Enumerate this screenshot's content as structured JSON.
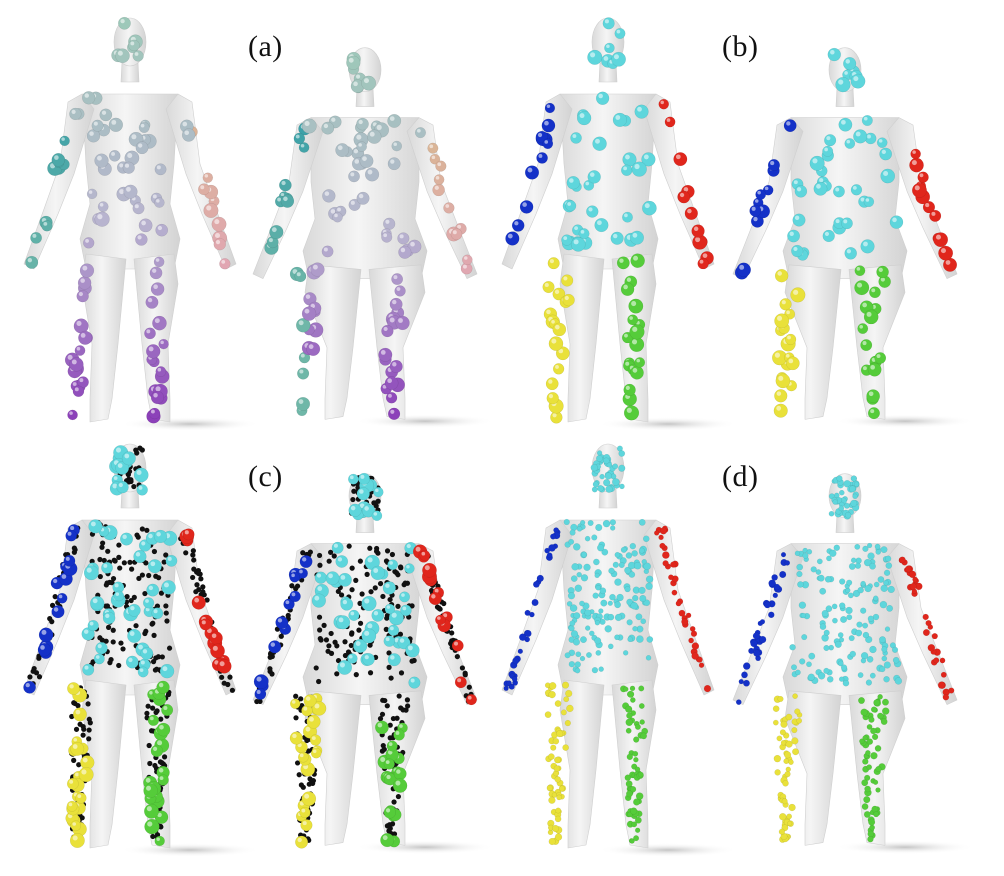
{
  "labels": {
    "a": "(a)",
    "b": "(b)",
    "c": "(c)",
    "d": "(d)"
  },
  "colors": {
    "body": "#ececec",
    "body_shade": "#d6d6d6",
    "torso": "#5ed6dc",
    "left_arm": "#1431c8",
    "right_arm": "#e0261c",
    "left_leg": "#e9e13a",
    "right_leg": "#55cc3a",
    "black_points": "#111111",
    "gradient_top": "#9cc9b8",
    "gradient_mid": "#b8b4cf",
    "gradient_feet": "#8a3cb8"
  },
  "panels": [
    {
      "id": "a",
      "style": "gradient"
    },
    {
      "id": "b",
      "style": "segmented-sparse"
    },
    {
      "id": "c",
      "style": "segmented-with-black-points"
    },
    {
      "id": "d",
      "style": "segmented-dense"
    }
  ]
}
